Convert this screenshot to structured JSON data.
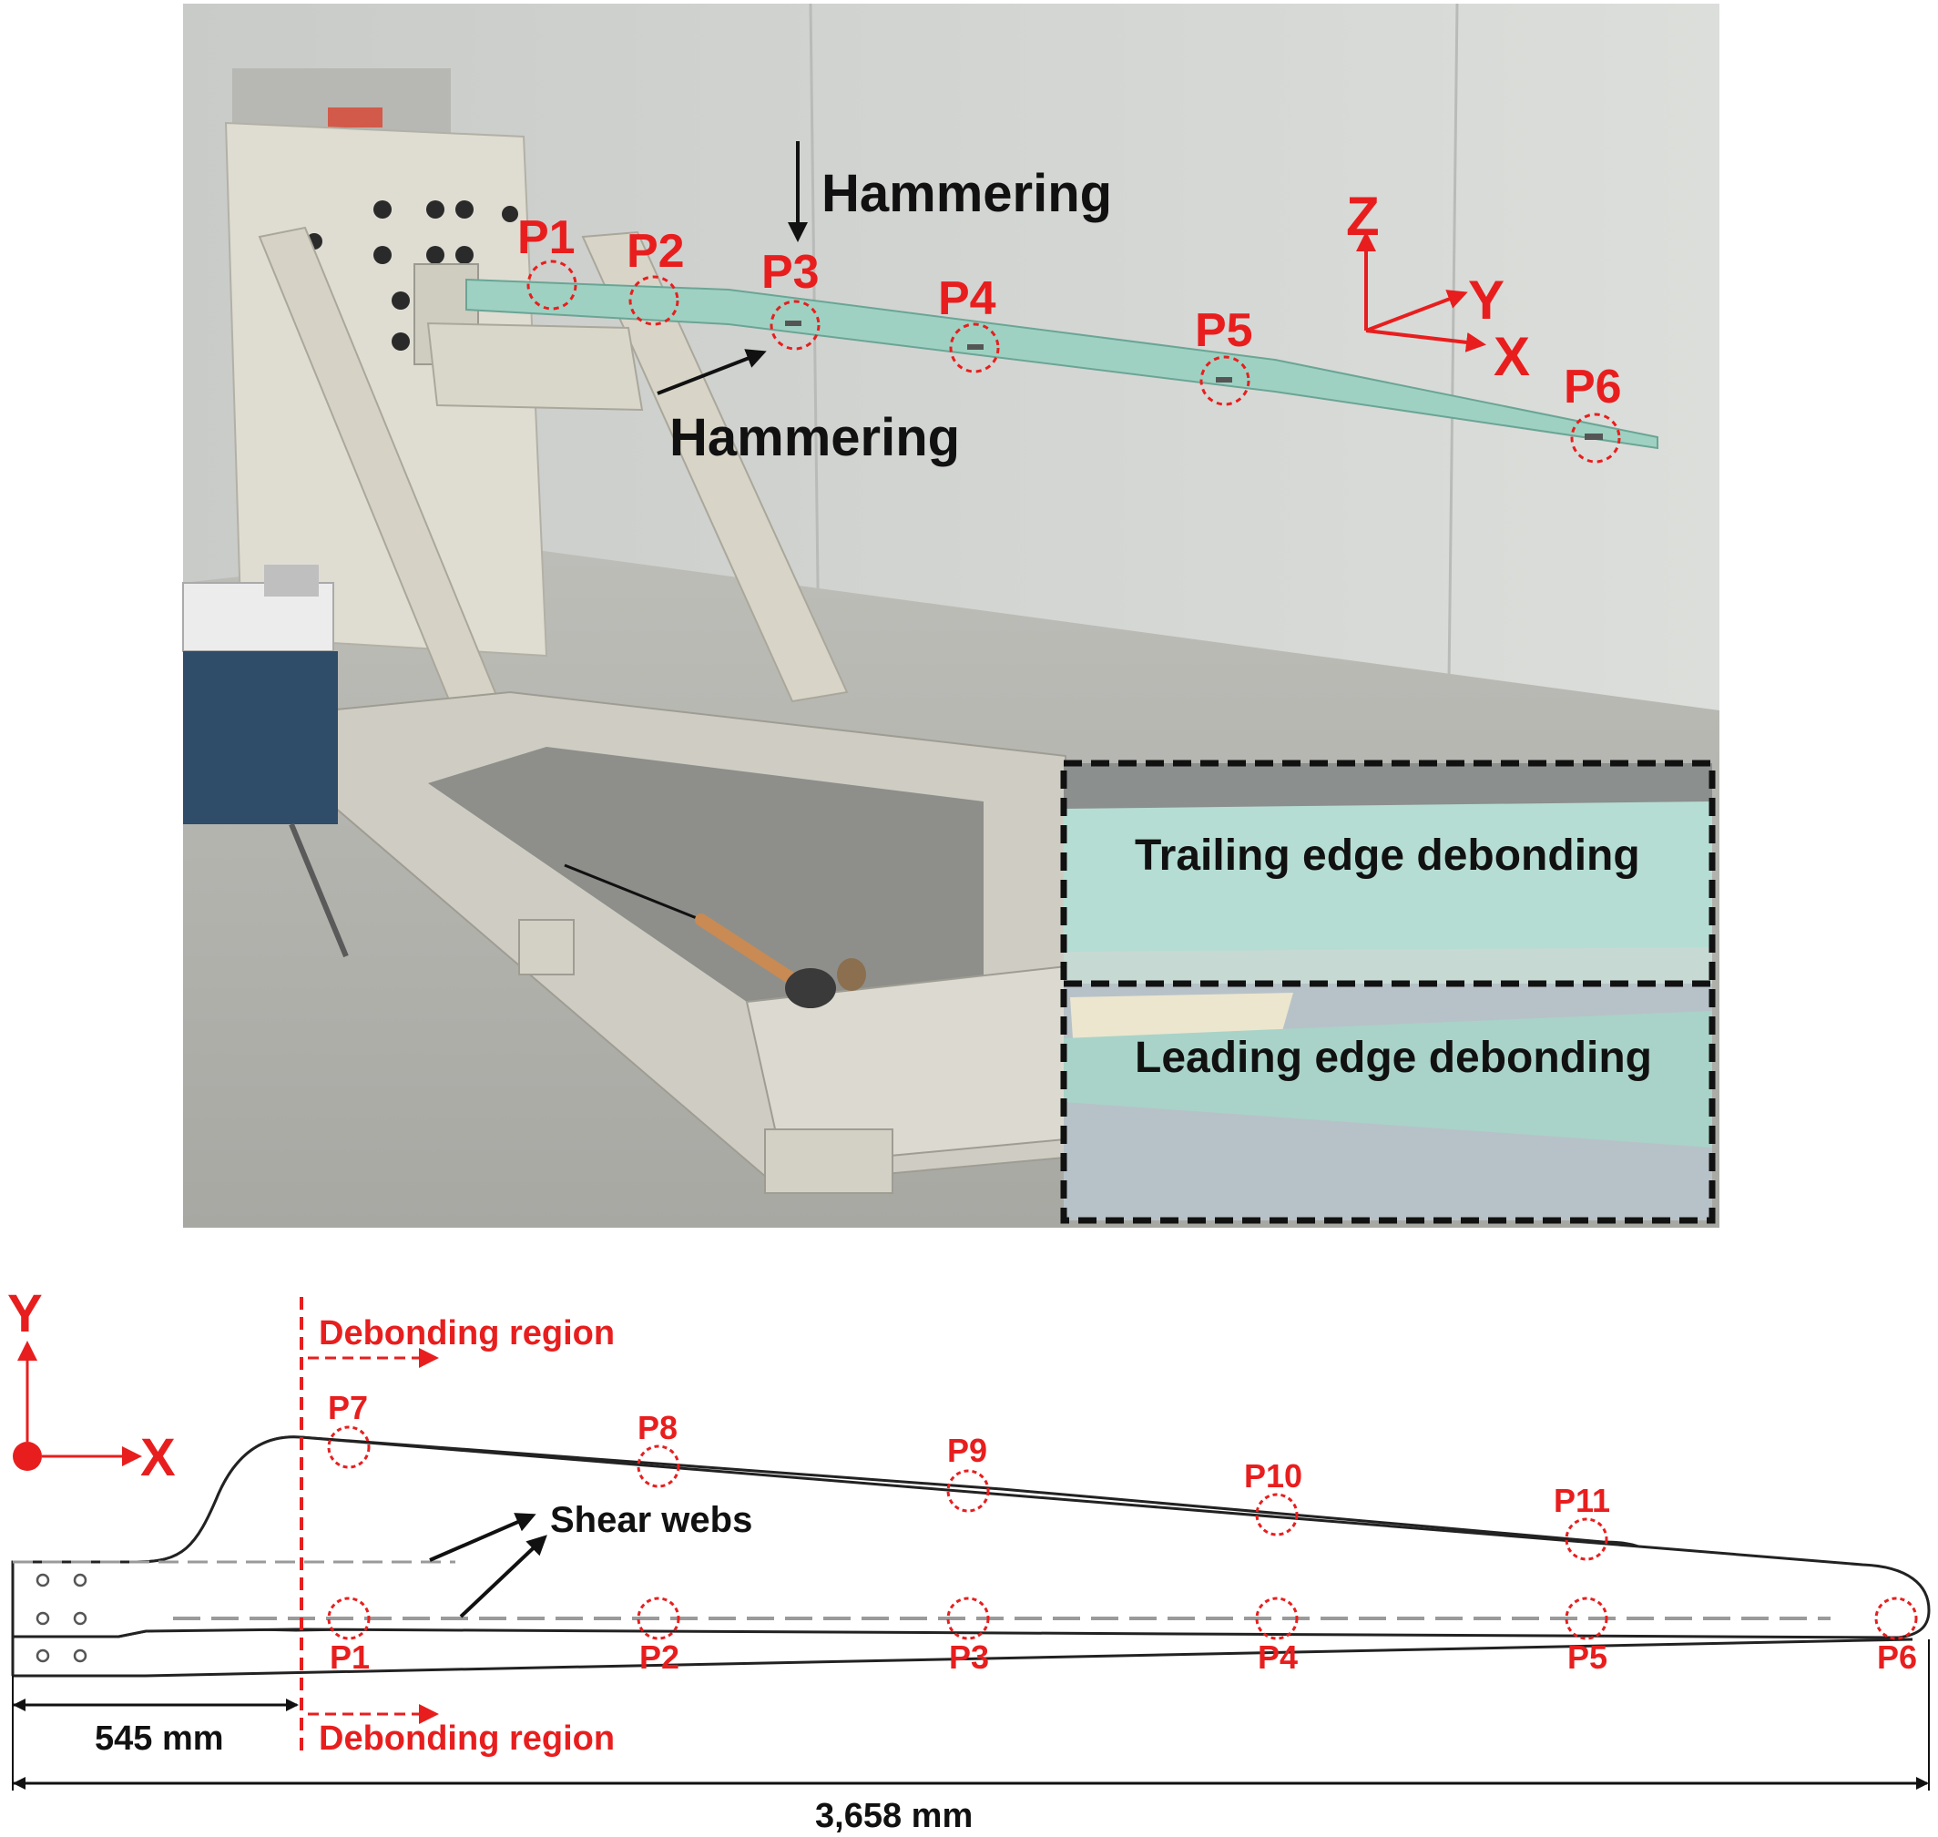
{
  "photo": {
    "labels": {
      "hammering_top": "Hammering",
      "hammering_side": "Hammering",
      "axis_z": "Z",
      "axis_y": "Y",
      "axis_x": "X"
    },
    "points": [
      "P1",
      "P2",
      "P3",
      "P4",
      "P5",
      "P6"
    ],
    "insets": {
      "trailing": "Trailing edge debonding",
      "leading": "Leading edge debonding"
    }
  },
  "schematic": {
    "axis_y": "Y",
    "axis_x": "X",
    "debonding_top": "Debonding region",
    "debonding_bottom": "Debonding region",
    "shear_webs": "Shear webs",
    "upper_points": [
      "P7",
      "P8",
      "P9",
      "P10",
      "P11"
    ],
    "lower_points": [
      "P1",
      "P2",
      "P3",
      "P4",
      "P5",
      "P6"
    ],
    "dim_root": "545 mm",
    "dim_total": "3,658 mm"
  },
  "colors": {
    "accent_red": "#e81e1e",
    "blade_green": "#9fd1c2",
    "frame_beige": "#dedbcf",
    "wall_grey": "#d2d4d2"
  }
}
